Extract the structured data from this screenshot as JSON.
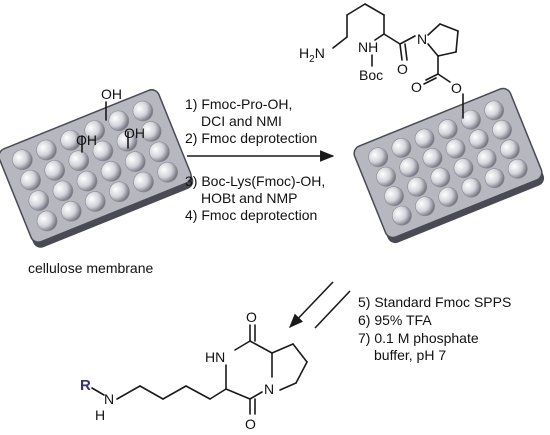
{
  "membrane": {
    "label": "cellulose membrane",
    "oh_labels": [
      "OH",
      "OH",
      "OH"
    ],
    "colors": {
      "plate_fill": "#b7b7c0",
      "plate_stroke": "#4a4a55",
      "bead_light": "#ffffff",
      "bead_mid": "#d2d2da",
      "bead_dark": "#6d6d78"
    }
  },
  "steps_top": [
    "1) Fmoc-Pro-OH,",
    "DCI and NMI",
    "2) Fmoc deprotection",
    "3) Boc-Lys(Fmoc)-OH,",
    "HOBt and NMP",
    "4) Fmoc deprotection"
  ],
  "steps_bottom": [
    "5) Standard Fmoc SPPS",
    "6) 95% TFA",
    "7) 0.1 M phosphate",
    "buffer, pH 7"
  ],
  "intermediate": {
    "amine_label": "H2N",
    "nh_label": "NH",
    "boc_label": "Boc",
    "n_label": "N",
    "o_labels": [
      "O",
      "O",
      "O"
    ]
  },
  "product": {
    "r_label": "R",
    "n_label": "N",
    "h_label": "H",
    "hn_label": "HN",
    "ring_n_label": "N",
    "o_labels": [
      "O",
      "O"
    ],
    "r_color": "#33337a"
  }
}
